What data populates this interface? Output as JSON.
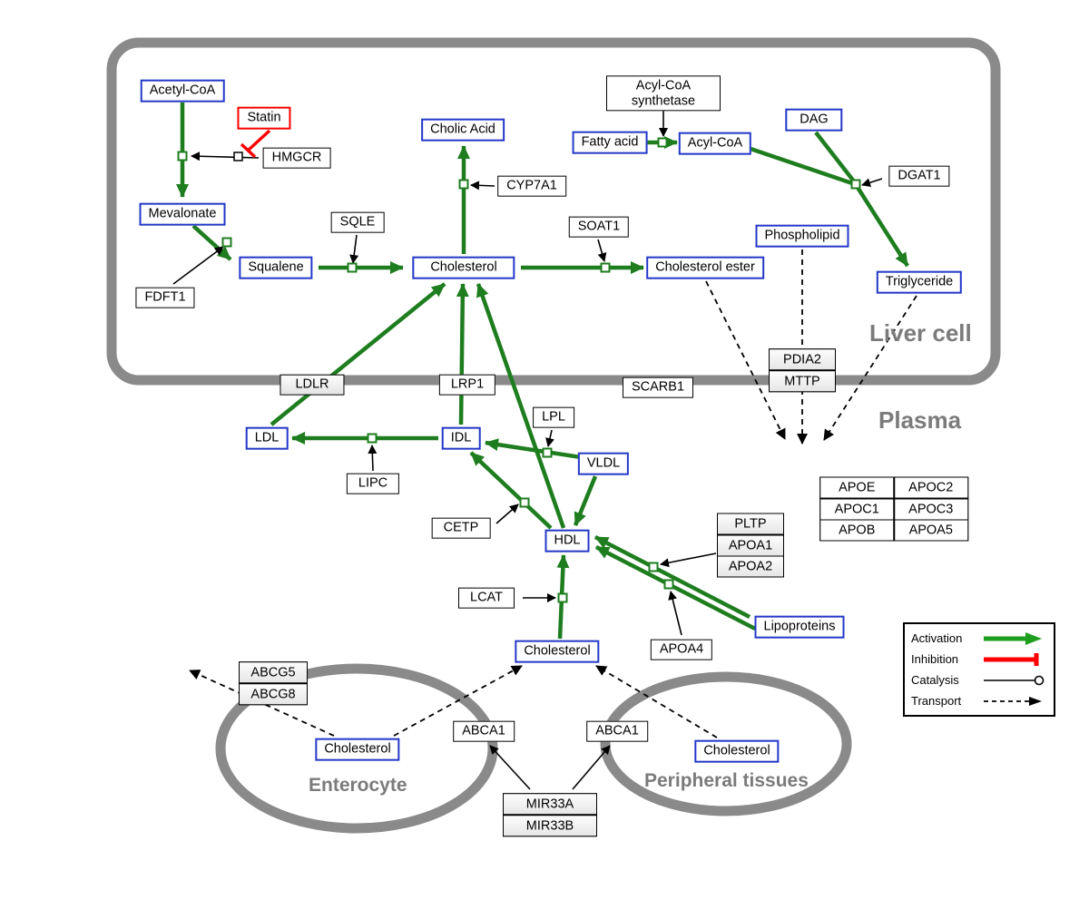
{
  "regions": {
    "liver_cell": "Liver cell",
    "plasma": "Plasma",
    "enterocyte": "Enterocyte",
    "peripheral_tissues": "Peripheral tissues"
  },
  "metabolites": {
    "acetyl_coa": "Acetyl-CoA",
    "mevalonate": "Mevalonate",
    "squalene": "Squalene",
    "cholesterol": "Cholesterol",
    "cholic_acid": "Cholic Acid",
    "fatty_acid": "Fatty acid",
    "acyl_coa": "Acyl-CoA",
    "dag": "DAG",
    "phospholipid": "Phospholipid",
    "cholesterol_ester": "Cholesterol ester",
    "triglyceride": "Triglyceride",
    "ldl": "LDL",
    "idl": "IDL",
    "vldl": "VLDL",
    "hdl": "HDL",
    "lipoproteins": "Lipoproteins"
  },
  "proteins": {
    "statin": "Statin",
    "hmgcr": "HMGCR",
    "sqle": "SQLE",
    "fdft1": "FDFT1",
    "cyp7a1": "CYP7A1",
    "soat1": "SOAT1",
    "acyl_coa_synthetase": "Acyl-CoA synthetase",
    "dgat1": "DGAT1",
    "ldlr": "LDLR",
    "lrp1": "LRP1",
    "scarb1": "SCARB1",
    "lpl": "LPL",
    "lipc": "LIPC",
    "cetp": "CETP",
    "lcat": "LCAT",
    "pdia2": "PDIA2",
    "mttp": "MTTP",
    "pltp": "PLTP",
    "apoa1": "APOA1",
    "apoa2": "APOA2",
    "apoa4": "APOA4",
    "apoe": "APOE",
    "apoc1": "APOC1",
    "apoc2": "APOC2",
    "apoc3": "APOC3",
    "apob": "APOB",
    "apoa5": "APOA5",
    "abcg5": "ABCG5",
    "abcg8": "ABCG8",
    "abca1": "ABCA1",
    "mir33a": "MIR33A",
    "mir33b": "MIR33B"
  },
  "legend": {
    "activation": "Activation",
    "inhibition": "Inhibition",
    "catalysis": "Catalysis",
    "transport": "Transport"
  },
  "colors": {
    "activation_green": "#1e7d1e",
    "inhibition_red": "#ff0000",
    "metabolite_border_blue": "#2438c8",
    "membrane_gray": "#8a8a8a"
  }
}
